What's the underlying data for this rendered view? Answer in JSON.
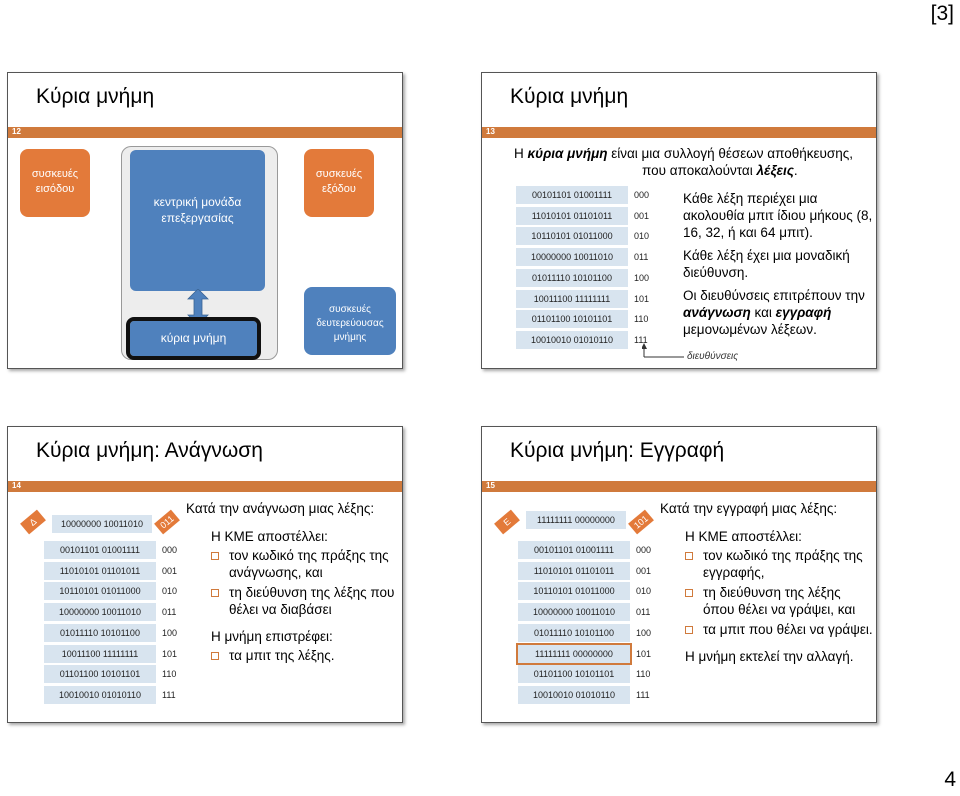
{
  "page": {
    "top_label": "[3]",
    "bottom_number": "4"
  },
  "slide12": {
    "number": "12",
    "title": "Κύρια μνήμη",
    "input_devices": "συσκευές εισόδου",
    "cpu": "κεντρική μονάδα επεξεργασίας",
    "output_devices": "συσκευές εξόδου",
    "main_memory": "κύρια μνήμη",
    "secondary_storage": "συσκευές δευτερεύουσας μνήμης"
  },
  "slide13": {
    "number": "13",
    "title": "Κύρια μνήμη",
    "intro_prefix": "Η ",
    "intro_em": "κύρια μνήμη",
    "intro_mid": " είναι μια συλλογή θέσεων αποθήκευσης,",
    "intro_line2_prefix": "που αποκαλούνται ",
    "intro_line2_em": "λέξεις",
    "intro_line2_suffix": ".",
    "bullet1": "Κάθε λέξη περιέχει μια ακολουθία μπιτ ίδιου μήκους (8, 16, 32, ή και 64 μπιτ).",
    "bullet2": "Κάθε λέξη έχει μια μοναδική διεύθυνση.",
    "bullet3_prefix": "Οι διευθύνσεις επιτρέπουν την ",
    "bullet3_em1": "ανάγνωση",
    "bullet3_mid": " και ",
    "bullet3_em2": "εγγραφή",
    "bullet3_suffix": " μεμονωμένων λέξεων.",
    "addresses_label": "διευθύνσεις"
  },
  "memory": {
    "words": [
      "00101101 01001111",
      "11010101 01101011",
      "10110101 01011000",
      "10000000 10011010",
      "01011110 10101100",
      "10011100 11111111",
      "01101100 10101101",
      "10010010 01010110"
    ],
    "addresses": [
      "000",
      "001",
      "010",
      "011",
      "100",
      "101",
      "110",
      "111"
    ]
  },
  "slide14": {
    "number": "14",
    "title": "Κύρια μνήμη: Ανάγνωση",
    "register_value": "10000000 10011010",
    "left_tag": "Δ",
    "right_tag": "011",
    "heading": "Κατά την ανάγνωση μιας λέξης:",
    "cpu_sends": "Η ΚΜΕ αποστέλλει:",
    "item1": "τον κωδικό της πράξης της ανάγνωσης, και",
    "item2": "τη διεύθυνση της λέξης που θέλει να διαβάσει",
    "memory_returns": "Η μνήμη επιστρέφει:",
    "item3": "τα μπιτ της λέξης."
  },
  "slide15": {
    "number": "15",
    "title": "Κύρια μνήμη: Εγγραφή",
    "register_value": "11111111 00000000",
    "left_tag": "Ε",
    "right_tag": "101",
    "new_word": "11111111 00000000",
    "heading": "Κατά την εγγραφή μιας λέξης:",
    "cpu_sends": "Η ΚΜΕ αποστέλλει:",
    "item1": "τον κωδικό της πράξης της εγγραφής,",
    "item2": "τη διεύθυνση της λέξης όπου θέλει να γράψει, και",
    "item3": "τα μπιτ που θέλει να γράψει.",
    "memory_changes": "Η μνήμη εκτελεί την αλλαγή."
  },
  "colors": {
    "orange": "#d07a3c",
    "blue": "#4f81bd",
    "cell": "#d8e4ef",
    "band": "#d07a3c"
  }
}
